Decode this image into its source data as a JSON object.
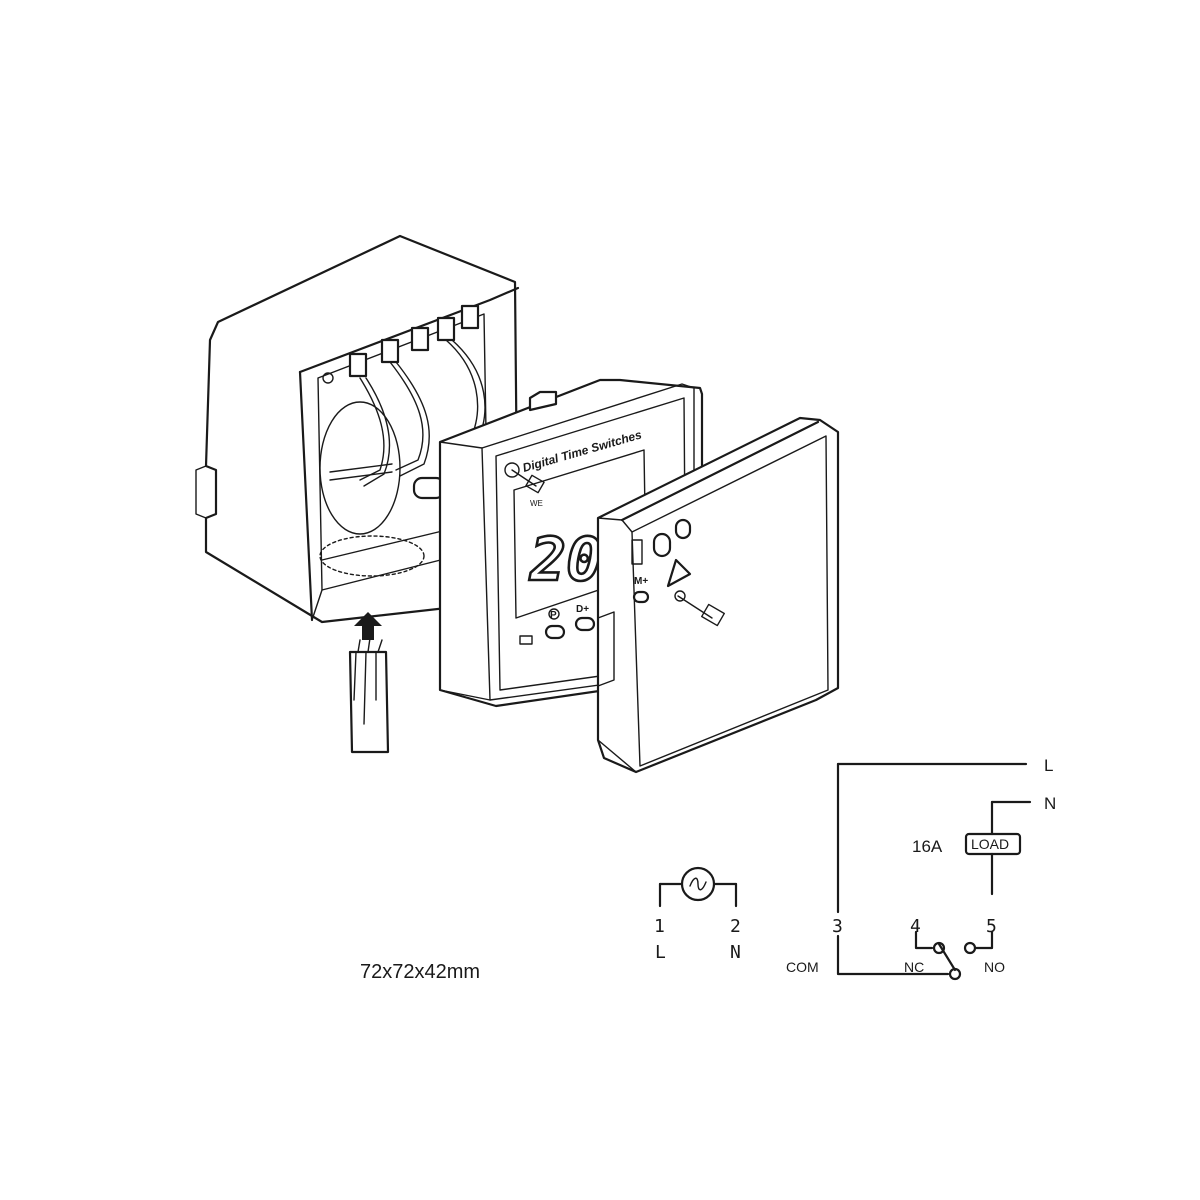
{
  "device": {
    "panel_title": "Digital Time Switches",
    "week_label": "WE",
    "display_digits": "20:",
    "button_labels": [
      "P",
      "D+",
      "M+"
    ]
  },
  "dimensions": "72x72x42mm",
  "terminals": [
    {
      "number": "1",
      "label": "L"
    },
    {
      "number": "2",
      "label": "N"
    },
    {
      "number": "3",
      "label": "COM"
    },
    {
      "number": "4",
      "label": "NC"
    },
    {
      "number": "5",
      "label": "NO"
    }
  ],
  "lines": {
    "line": "L",
    "neutral": "N"
  },
  "load": {
    "rating": "16A",
    "label": "LOAD"
  }
}
